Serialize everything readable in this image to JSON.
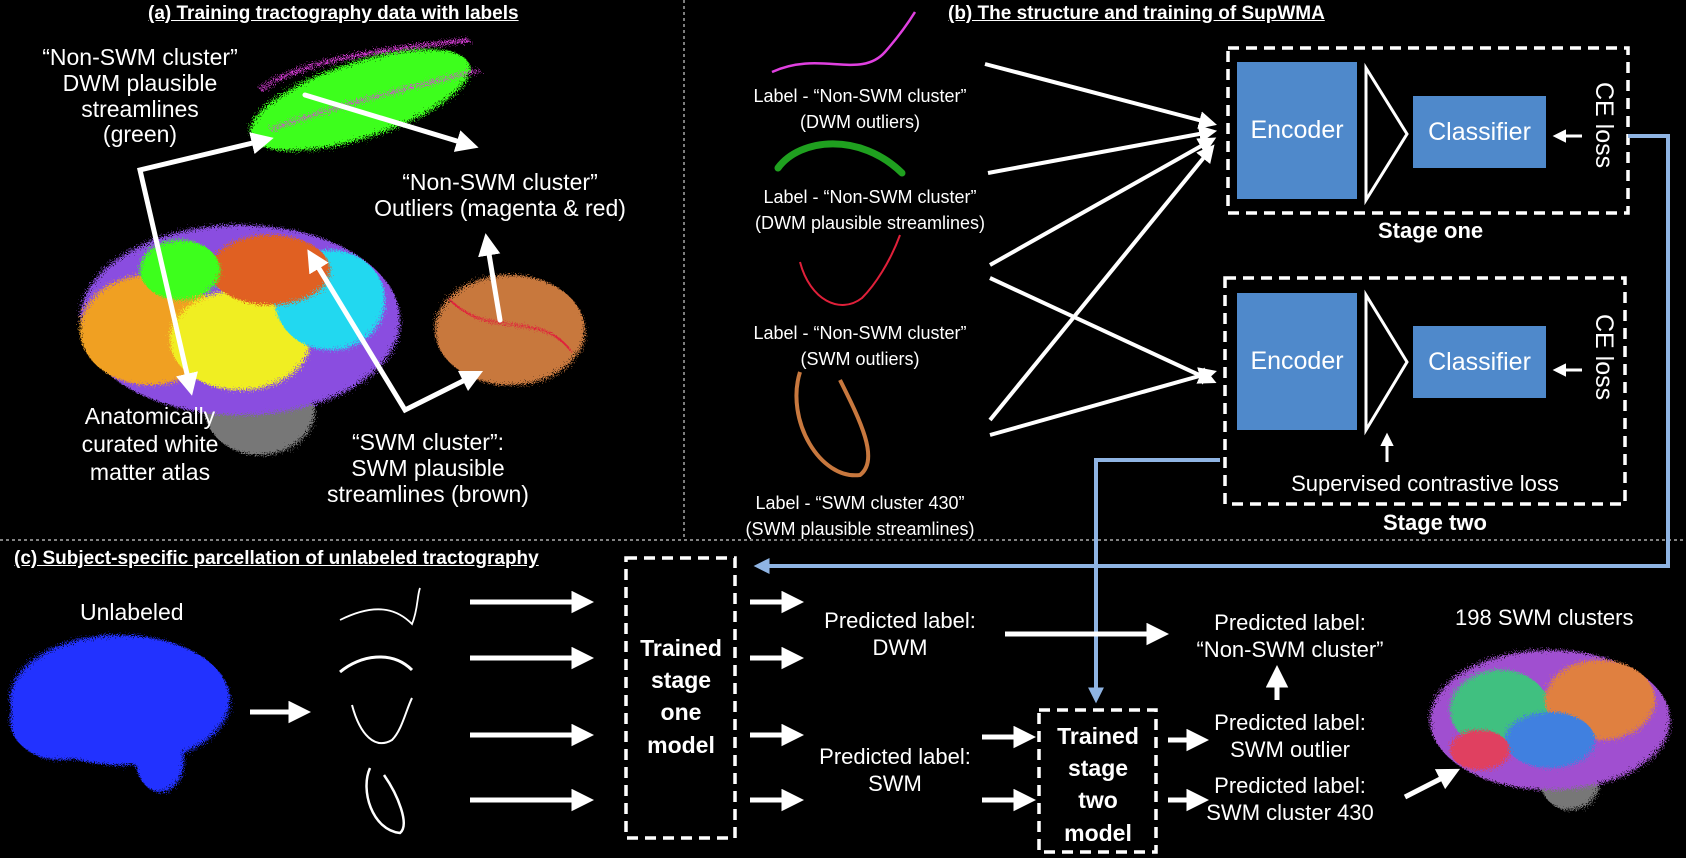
{
  "panel_a": {
    "title": "(a) Training tractography data with labels",
    "nonswm_dwm": [
      "“Non-SWM cluster”",
      "DWM plausible",
      "streamlines",
      "(green)"
    ],
    "nonswm_outliers": [
      "“Non-SWM cluster”",
      "Outliers (magenta & red)"
    ],
    "atlas": [
      "Anatomically",
      "curated white",
      "matter atlas"
    ],
    "swm_cluster": [
      "“SWM cluster”:",
      "SWM  plausible",
      "streamlines (brown)"
    ]
  },
  "panel_b": {
    "title": "(b) The structure and training of SupWMA",
    "labels": [
      [
        "Label - “Non-SWM cluster”",
        "(DWM outliers)"
      ],
      [
        "Label - “Non-SWM cluster”",
        "(DWM  plausible streamlines)"
      ],
      [
        "Label - “Non-SWM cluster”",
        "(SWM outliers)"
      ],
      [
        "Label - “SWM cluster 430”",
        "(SWM  plausible streamlines)"
      ]
    ],
    "stage_one": {
      "encoder": "Encoder",
      "classifier": "Classifier",
      "loss": "CE loss",
      "caption": "Stage one"
    },
    "stage_two": {
      "encoder": "Encoder",
      "classifier": "Classifier",
      "loss": "CE loss",
      "contrastive": "Supervised contrastive loss",
      "caption": "Stage two"
    }
  },
  "panel_c": {
    "title": "(c) Subject-specific parcellation of unlabeled tractography",
    "unlabeled": "Unlabeled",
    "model_one": [
      "Trained",
      "stage",
      "one",
      "model"
    ],
    "pred_dwm": [
      "Predicted label:",
      "DWM"
    ],
    "pred_swm": [
      "Predicted label:",
      "SWM"
    ],
    "model_two": [
      "Trained",
      "stage",
      "two",
      "model"
    ],
    "pred_nonswm": [
      "Predicted label:",
      "“Non-SWM cluster”"
    ],
    "pred_outlier": [
      "Predicted label:",
      "SWM outlier"
    ],
    "pred_cluster": [
      "Predicted label:",
      "SWM cluster 430"
    ],
    "result": "198 SWM clusters"
  },
  "colors": {
    "background": "#000000",
    "block": "#4f89cb",
    "feedback_arrow": "#8fb4e3",
    "green": "#3cff1e",
    "magenta": "#e040e0",
    "red": "#e0203a",
    "brown": "#c8783e",
    "blue_brain": "#2233ff",
    "cyan": "#22d8f0",
    "yellow": "#f0ee20",
    "purple": "#8a4ee0"
  }
}
